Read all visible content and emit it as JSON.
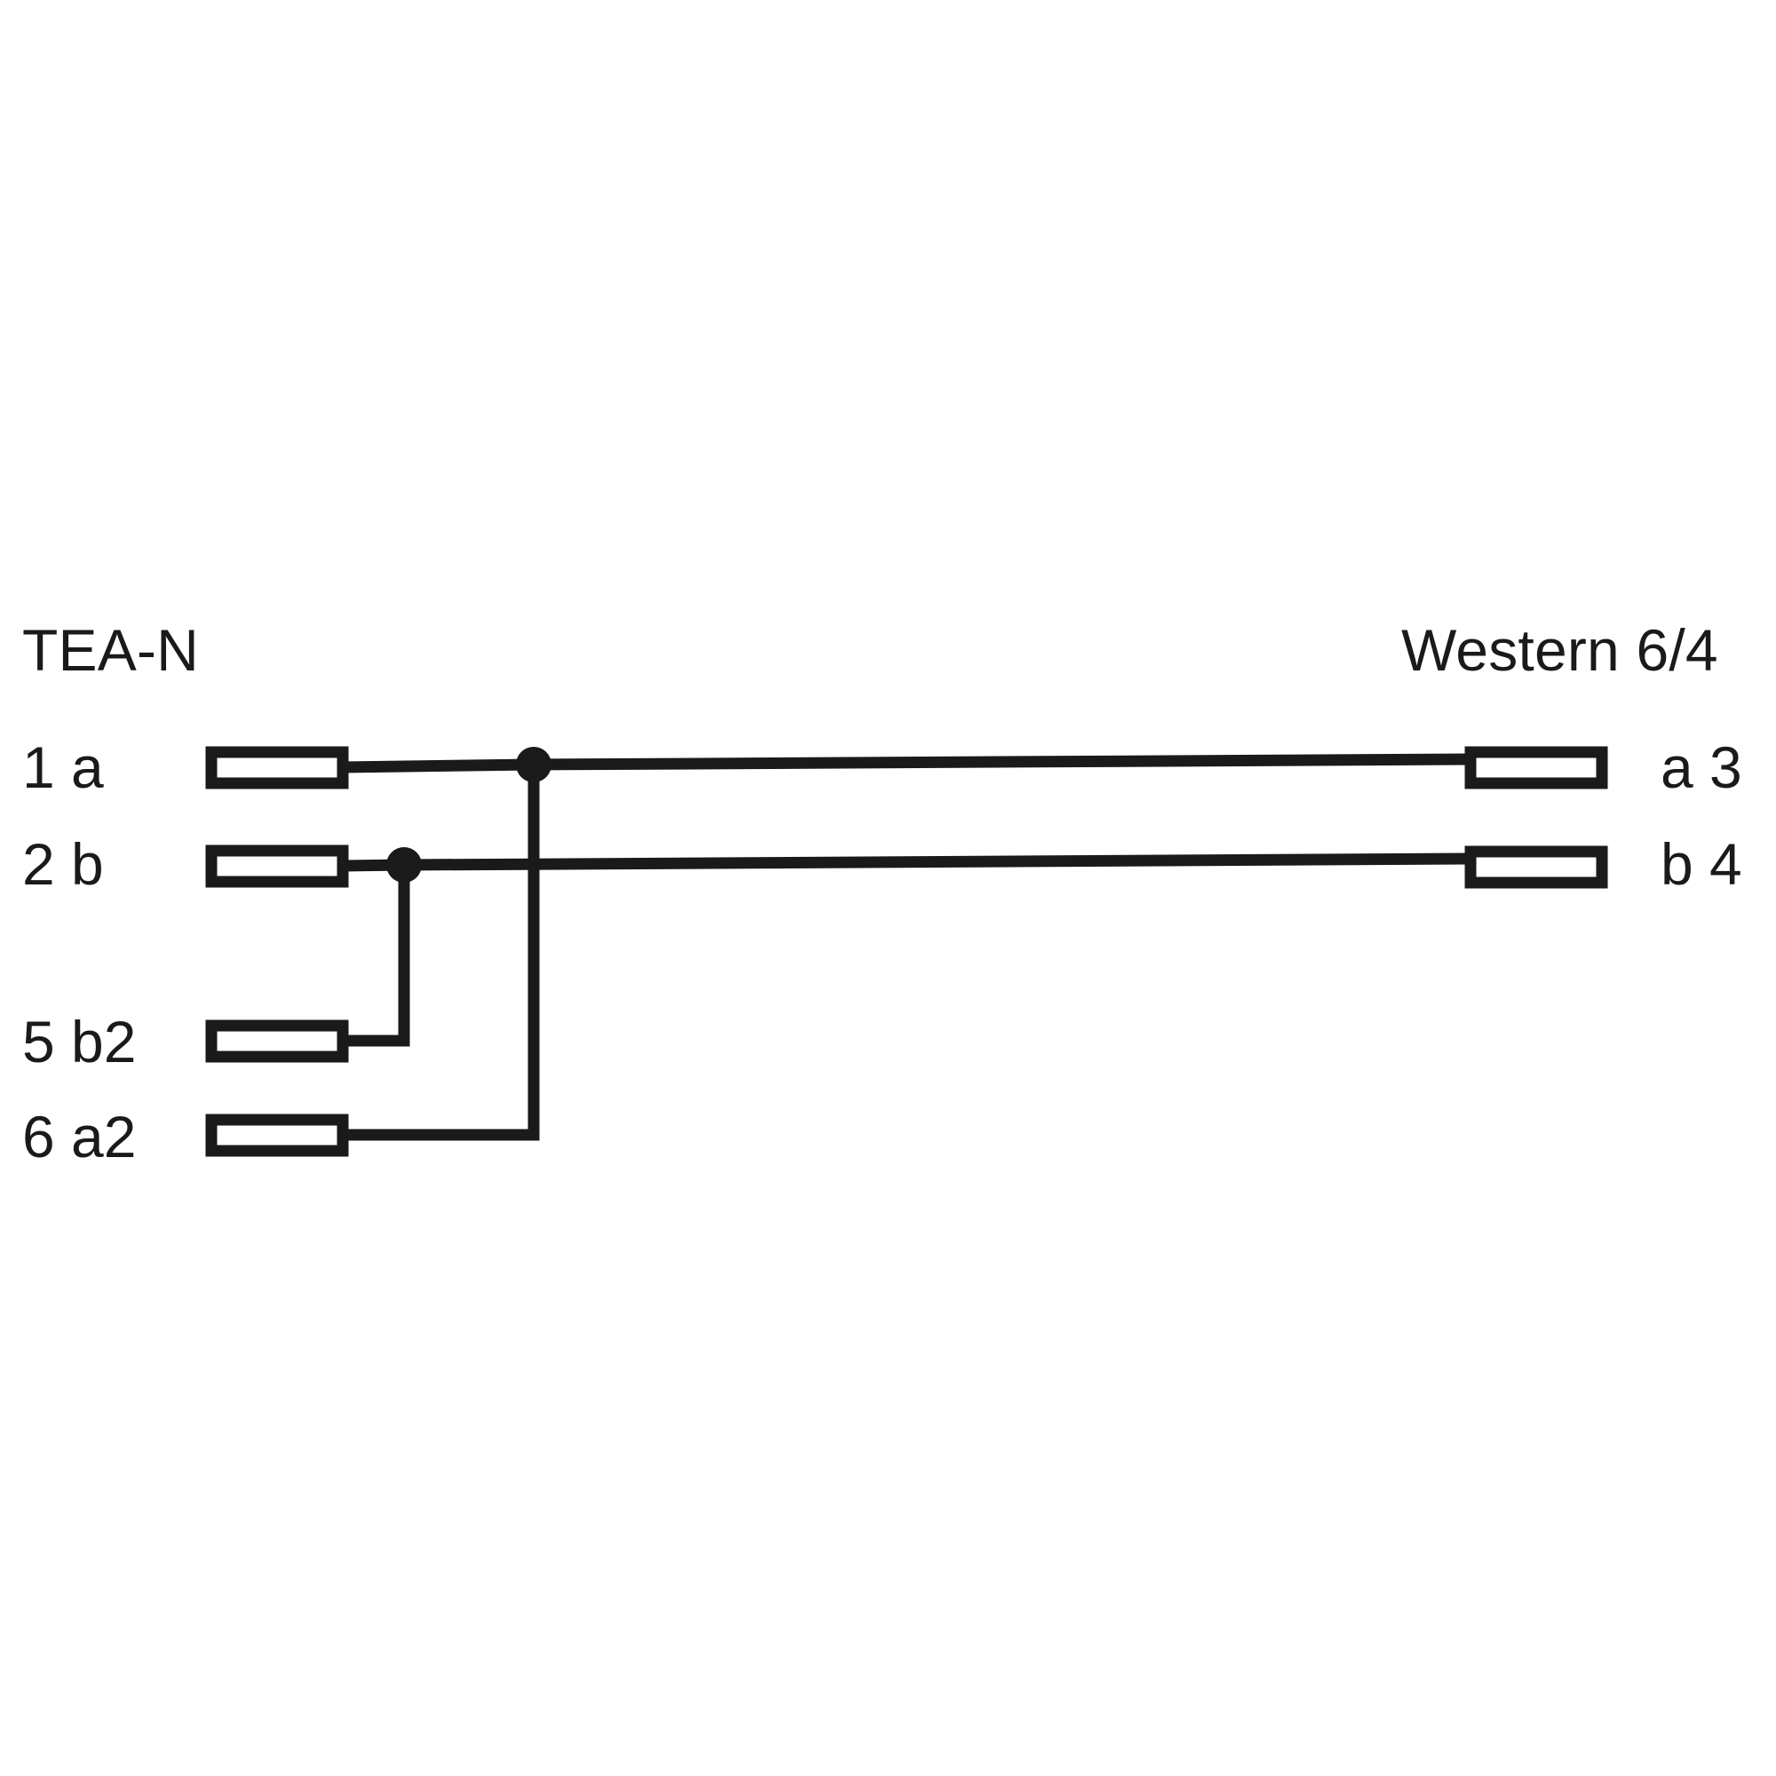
{
  "diagram": {
    "type": "cable-pinout-wiring-diagram",
    "background_color": "#ffffff",
    "line_color": "#1a1a1a",
    "headers": {
      "left": "TEA-N",
      "right": "Western 6/4"
    },
    "left_pins": [
      {
        "id": "l1",
        "label": "1 a",
        "number": "1",
        "designation": "a"
      },
      {
        "id": "l2",
        "label": "2 b",
        "number": "2",
        "designation": "b"
      },
      {
        "id": "l5",
        "label": "5 b2",
        "number": "5",
        "designation": "b2"
      },
      {
        "id": "l6",
        "label": "6 a2",
        "number": "6",
        "designation": "a2"
      }
    ],
    "right_pins": [
      {
        "id": "r3",
        "label": "a 3",
        "number": "3",
        "designation": "a"
      },
      {
        "id": "r4",
        "label": "b 4",
        "number": "4",
        "designation": "b"
      }
    ],
    "connections": [
      {
        "from": "l1",
        "to": "r3",
        "via_junction": "j1"
      },
      {
        "from": "l2",
        "to": "r4",
        "via_junction": "j2"
      },
      {
        "from": "l5",
        "to": "j2",
        "note": "bridged to pin 2 b"
      },
      {
        "from": "l6",
        "to": "j1",
        "note": "bridged to pin 1 a"
      }
    ],
    "junctions": [
      {
        "id": "j1",
        "on_row": "1 a",
        "joins": [
          "1 a",
          "a 3",
          "6 a2"
        ]
      },
      {
        "id": "j2",
        "on_row": "2 b",
        "joins": [
          "2 b",
          "b 4",
          "5 b2"
        ]
      }
    ],
    "crossings": [
      {
        "at": "row 2 b wire and 6 a2 vertical",
        "connected": false
      }
    ]
  }
}
